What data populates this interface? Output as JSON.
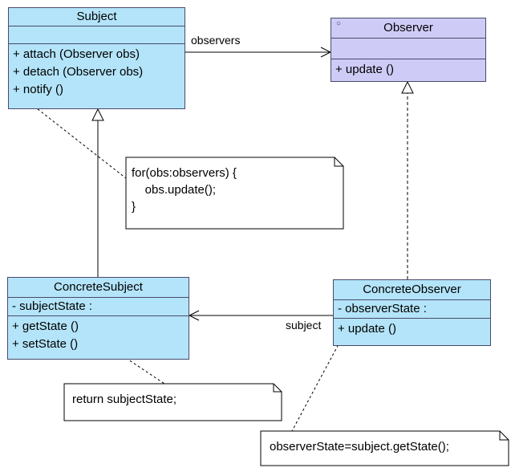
{
  "subject": {
    "name": "Subject",
    "attributes": [],
    "operations": [
      "+  attach (Observer obs)",
      "+  detach (Observer obs)",
      "+  notify ()"
    ]
  },
  "observer": {
    "name": "Observer",
    "operations": [
      "+  update ()"
    ],
    "icon": "interface-icon"
  },
  "concrete_subject": {
    "name": "ConcreteSubject",
    "attributes": [
      "-  subjectState  :"
    ],
    "operations": [
      "+  getState ()",
      "+  setState ()"
    ]
  },
  "concrete_observer": {
    "name": "ConcreteObserver",
    "attributes": [
      "-  observerState  :"
    ],
    "operations": [
      "+  update ()"
    ]
  },
  "notes": {
    "notify_body": "for(obs:observers) {\n    obs.update();\n}",
    "getstate_body": "return subjectState;",
    "update_body": "observerState=subject.getState();"
  },
  "labels": {
    "observers_role": "observers",
    "subject_role": "subject"
  },
  "colors": {
    "class_fill": "#b3e4f9",
    "interface_fill": "#cfcbf7",
    "border": "#4a4a6a"
  }
}
